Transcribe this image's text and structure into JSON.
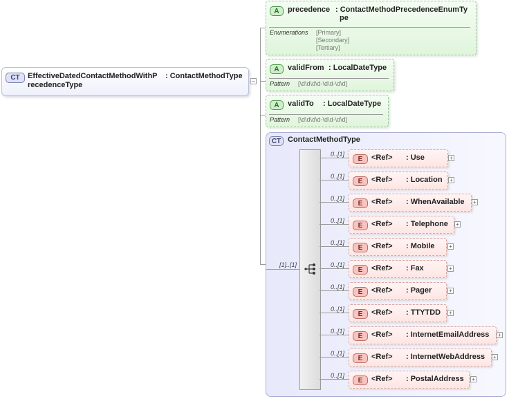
{
  "main_type": {
    "badge": "CT",
    "name_line1": "EffectiveDatedContactMethodWithP",
    "name_line2": "recedenceType",
    "type": ": ContactMethodType"
  },
  "attributes": [
    {
      "badge": "A",
      "name": "precedence",
      "type_line1": ": ContactMethodPrecedenceEnumTy",
      "type_line2": "pe",
      "facet_label": "Enumerations",
      "facet_values": [
        "[Primary]",
        "[Secondary]",
        "[Tertiary]"
      ]
    },
    {
      "badge": "A",
      "name": "validFrom",
      "type": ": LocalDateType",
      "facet_label": "Pattern",
      "facet_value": "[\\d\\d\\d\\d-\\d\\d-\\d\\d]"
    },
    {
      "badge": "A",
      "name": "validTo",
      "type": ": LocalDateType",
      "facet_label": "Pattern",
      "facet_value": "[\\d\\d\\d\\d-\\d\\d-\\d\\d]"
    }
  ],
  "base_type": {
    "badge": "CT",
    "name": "ContactMethodType",
    "sequence_cardinality": "[1]..[1]"
  },
  "elements": [
    {
      "cardinality": "0..[1]",
      "badge": "E",
      "ref": "<Ref>",
      "type": ": Use"
    },
    {
      "cardinality": "0..[1]",
      "badge": "E",
      "ref": "<Ref>",
      "type": ": Location"
    },
    {
      "cardinality": "0..[1]",
      "badge": "E",
      "ref": "<Ref>",
      "type": ": WhenAvailable"
    },
    {
      "cardinality": "0..[1]",
      "badge": "E",
      "ref": "<Ref>",
      "type": ": Telephone"
    },
    {
      "cardinality": "0..[1]",
      "badge": "E",
      "ref": "<Ref>",
      "type": ": Mobile"
    },
    {
      "cardinality": "0..[1]",
      "badge": "E",
      "ref": "<Ref>",
      "type": ": Fax"
    },
    {
      "cardinality": "0..[1]",
      "badge": "E",
      "ref": "<Ref>",
      "type": ": Pager"
    },
    {
      "cardinality": "0..[1]",
      "badge": "E",
      "ref": "<Ref>",
      "type": ": TTYTDD"
    },
    {
      "cardinality": "0..[1]",
      "badge": "E",
      "ref": "<Ref>",
      "type": ": InternetEmailAddress"
    },
    {
      "cardinality": "0..[1]",
      "badge": "E",
      "ref": "<Ref>",
      "type": ": InternetWebAddress"
    },
    {
      "cardinality": "0..[1]",
      "badge": "E",
      "ref": "<Ref>",
      "type": ": PostalAddress"
    }
  ],
  "expand_symbol": "+",
  "collapse_symbol": "−"
}
